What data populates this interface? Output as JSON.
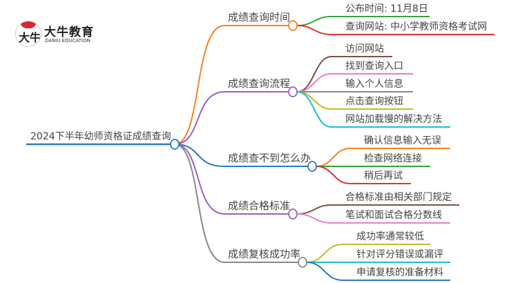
{
  "logo": {
    "name_cn": "大牛教育",
    "name_en": "DANIU EDUCATION",
    "mark": "大牛"
  },
  "root": {
    "label": "2024下半年幼师资格证成绩查询",
    "color": "#2a7ab9"
  },
  "branches": [
    {
      "label": "成绩查询时间",
      "color": "#f7811f",
      "children": [
        {
          "label": "公布时间: 11月8日",
          "color": "#34a33a"
        },
        {
          "label": "查询网站: 中小学教师资格考试网",
          "color": "#e0332f"
        }
      ]
    },
    {
      "label": "成绩查询流程",
      "color": "#9a5fc6",
      "children": [
        {
          "label": "访问网站",
          "color": "#7d5147"
        },
        {
          "label": "找到查询入口",
          "color": "#e77fc8"
        },
        {
          "label": "输入个人信息",
          "color": "#888888"
        },
        {
          "label": "点击查询按钮",
          "color": "#bcbd2a"
        },
        {
          "label": "网站加载慢的解决方法",
          "color": "#1cbed0"
        }
      ]
    },
    {
      "label": "成绩查不到怎么办",
      "color": "#2a7ab9",
      "children": [
        {
          "label": "确认信息输入无误",
          "color": "#f7811f"
        },
        {
          "label": "检查网络连接",
          "color": "#34a33a"
        },
        {
          "label": "稍后再试",
          "color": "#e0332f"
        }
      ]
    },
    {
      "label": "成绩合格标准",
      "color": "#9a5fc6",
      "children": [
        {
          "label": "合格标准由相关部门规定",
          "color": "#7d5147"
        },
        {
          "label": "笔试和面试合格分数线",
          "color": "#e77fc8"
        }
      ]
    },
    {
      "label": "成绩复核成功率",
      "color": "#888888",
      "children": [
        {
          "label": "成功率通常较低",
          "color": "#bcbd2a"
        },
        {
          "label": "针对评分错误或漏评",
          "color": "#1cbed0"
        },
        {
          "label": "申请复核的准备材料",
          "color": "#2a7ab9"
        }
      ]
    }
  ]
}
